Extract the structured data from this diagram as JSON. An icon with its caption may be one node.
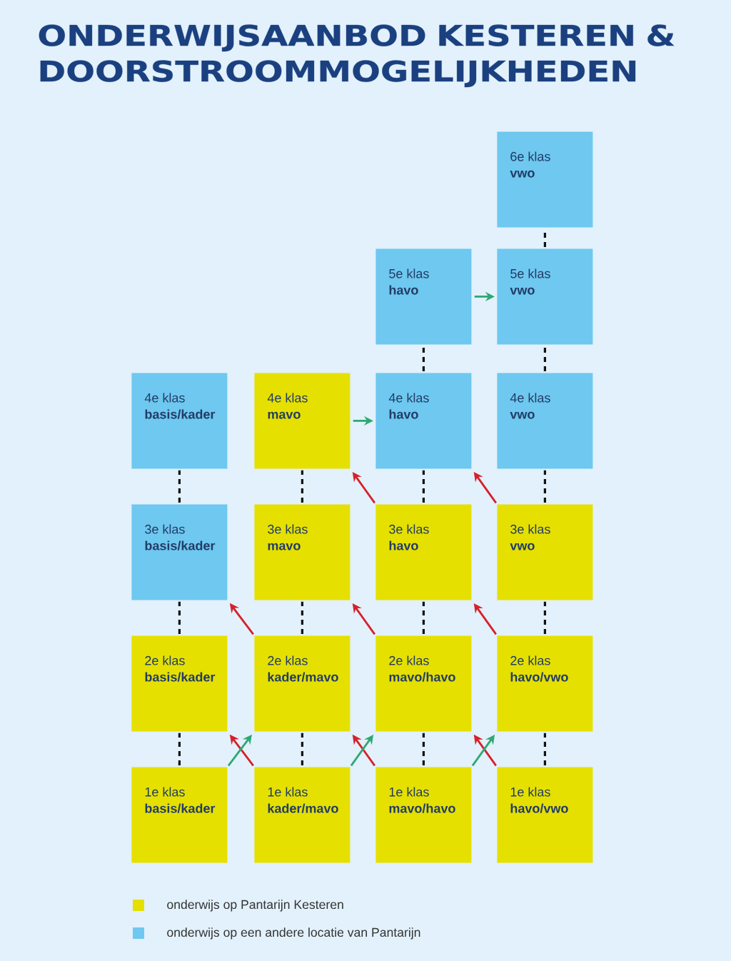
{
  "diagram": {
    "title": "ONDERWIJSAANBOD KESTEREN & DOORSTROOMMOGELIJKHEDEN",
    "nodes": [
      {
        "text": [
          "6e klas",
          "vwo"
        ]
      },
      {
        "text": [
          "5e klas",
          "havo"
        ]
      },
      {
        "text": [
          "5e klas",
          "vwo"
        ]
      },
      {
        "text": [
          "4e klas",
          "basis/kader"
        ]
      },
      {
        "text": [
          "4e klas",
          "mavo"
        ]
      },
      {
        "text": [
          "4e klas",
          "havo"
        ]
      },
      {
        "text": [
          "4e klas",
          "vwo"
        ]
      },
      {
        "text": [
          "3e klas",
          "basis/kader"
        ]
      },
      {
        "text": [
          "3e klas",
          "mavo"
        ]
      },
      {
        "text": [
          "3e klas",
          "havo"
        ]
      },
      {
        "text": [
          "3e klas",
          "vwo"
        ]
      },
      {
        "text": [
          "2e klas",
          "basis/kader"
        ]
      },
      {
        "text": [
          "2e klas",
          "kader/mavo"
        ]
      },
      {
        "text": [
          "2e klas",
          "mavo/havo"
        ]
      },
      {
        "text": [
          "2e klas",
          "havo/vwo"
        ]
      },
      {
        "text": [
          "1e klas",
          "basis/kader"
        ]
      },
      {
        "text": [
          "1e klas",
          "kader/mavo"
        ]
      },
      {
        "text": [
          "1e klas",
          "mavo/havo"
        ]
      },
      {
        "text": [
          "1e klas",
          "havo/vwo"
        ]
      }
    ],
    "edges": [
      {
        "from": 15,
        "to": 11,
        "arrow": "none",
        "style": "dashed"
      },
      {
        "from": 11,
        "to": 7,
        "arrow": "none",
        "style": "dashed"
      },
      {
        "from": 7,
        "to": 3,
        "arrow": "none",
        "style": "dashed"
      },
      {
        "from": 16,
        "to": 12,
        "arrow": "none",
        "style": "dashed"
      },
      {
        "from": 12,
        "to": 8,
        "arrow": "none",
        "style": "dashed"
      },
      {
        "from": 8,
        "to": 4,
        "arrow": "none",
        "style": "dashed"
      },
      {
        "from": 17,
        "to": 13,
        "arrow": "none",
        "style": "dashed"
      },
      {
        "from": 13,
        "to": 9,
        "arrow": "none",
        "style": "dashed"
      },
      {
        "from": 9,
        "to": 5,
        "arrow": "none",
        "style": "dashed"
      },
      {
        "from": 5,
        "to": 1,
        "arrow": "none",
        "style": "dashed"
      },
      {
        "from": 18,
        "to": 14,
        "arrow": "none",
        "style": "dashed"
      },
      {
        "from": 14,
        "to": 10,
        "arrow": "none",
        "style": "dashed"
      },
      {
        "from": 10,
        "to": 6,
        "arrow": "none",
        "style": "dashed"
      },
      {
        "from": 6,
        "to": 2,
        "arrow": "none",
        "style": "dashed"
      },
      {
        "from": 2,
        "to": 0,
        "arrow": "none",
        "style": "dashed"
      },
      {
        "from": 1,
        "to": 2,
        "arrow": "to",
        "color": "#2fa872"
      },
      {
        "from": 4,
        "to": 5,
        "arrow": "to",
        "color": "#2fa872"
      },
      {
        "from": 9,
        "to": 4,
        "arrow": "to",
        "color": "#d6202a"
      },
      {
        "from": 10,
        "to": 5,
        "arrow": "to",
        "color": "#d6202a"
      },
      {
        "from": 12,
        "to": 7,
        "arrow": "to",
        "color": "#d6202a"
      },
      {
        "from": 13,
        "to": 8,
        "arrow": "to",
        "color": "#d6202a"
      },
      {
        "from": 14,
        "to": 9,
        "arrow": "to",
        "color": "#d6202a"
      },
      {
        "from": 16,
        "to": 11,
        "arrow": "to",
        "color": "#d6202a"
      },
      {
        "from": 15,
        "to": 12,
        "arrow": "to",
        "color": "#2fa872"
      },
      {
        "from": 17,
        "to": 12,
        "arrow": "to",
        "color": "#d6202a"
      },
      {
        "from": 16,
        "to": 13,
        "arrow": "to",
        "color": "#2fa872"
      },
      {
        "from": 18,
        "to": 13,
        "arrow": "to",
        "color": "#d6202a"
      },
      {
        "from": 17,
        "to": 14,
        "arrow": "to",
        "color": "#2fa872"
      }
    ],
    "legend": [
      {
        "text": "onderwijs op Pantarijn Kesteren",
        "color": "#e5e000"
      },
      {
        "text": "onderwijs op een andere locatie van Pantarijn",
        "color": "#6ec8f0"
      }
    ]
  }
}
